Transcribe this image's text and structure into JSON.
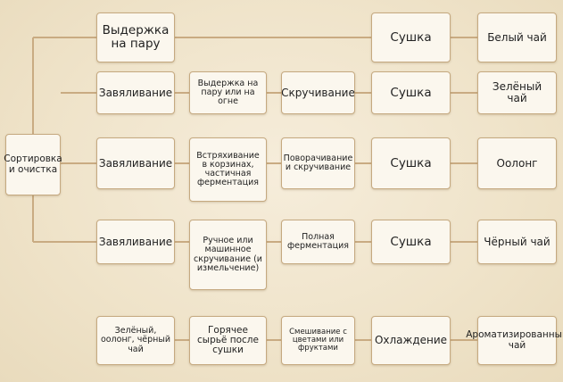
{
  "nodes": {
    "sort": "Сортировка и очистка",
    "steam": "Выдержка на пару",
    "dry_white": "Сушка",
    "white_tea": "Белый чай",
    "wither_green": "Завяливание",
    "steam_fire": "Выдержка на пару или на огне",
    "roll_green": "Скручивание",
    "dry_green": "Сушка",
    "green_tea": "Зелёный чай",
    "wither_oolong": "Завяливание",
    "shake": "Встряхивание в корзинах, частичная ферментация",
    "turn_roll": "Поворачивание и скручивание",
    "dry_oolong": "Сушка",
    "oolong": "Оолонг",
    "wither_black": "Завяливание",
    "hand_roll": "Ручное или машинное скручивание (и измельчение)",
    "full_ferm": "Полная ферментация",
    "dry_black": "Сушка",
    "black_tea": "Чёрный чай",
    "mixed_source": "Зелёный, оолонг, чёрный чай",
    "hot_raw": "Горячее сырьё после сушки",
    "mix_flowers": "Смешивание с цветами или фруктами",
    "cooling": "Охлаждение",
    "flavored_tea": "Ароматизированный чай"
  },
  "colors": {
    "connector": "#c9ab82",
    "box_border": "#c5a980",
    "box_fill": "#fbf7ee",
    "background": "#efe4cc"
  }
}
